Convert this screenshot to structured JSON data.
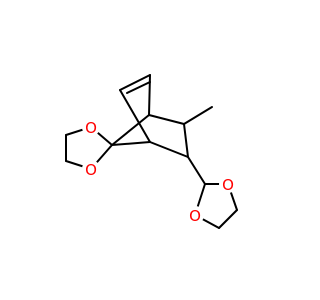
{
  "molecule": {
    "colors": {
      "bond": "#000000",
      "heteroatom": "#ff0000",
      "background": "#ffffff"
    },
    "atom_labels": {
      "o1": "O",
      "o2": "O",
      "o3": "O",
      "o4": "O"
    }
  }
}
